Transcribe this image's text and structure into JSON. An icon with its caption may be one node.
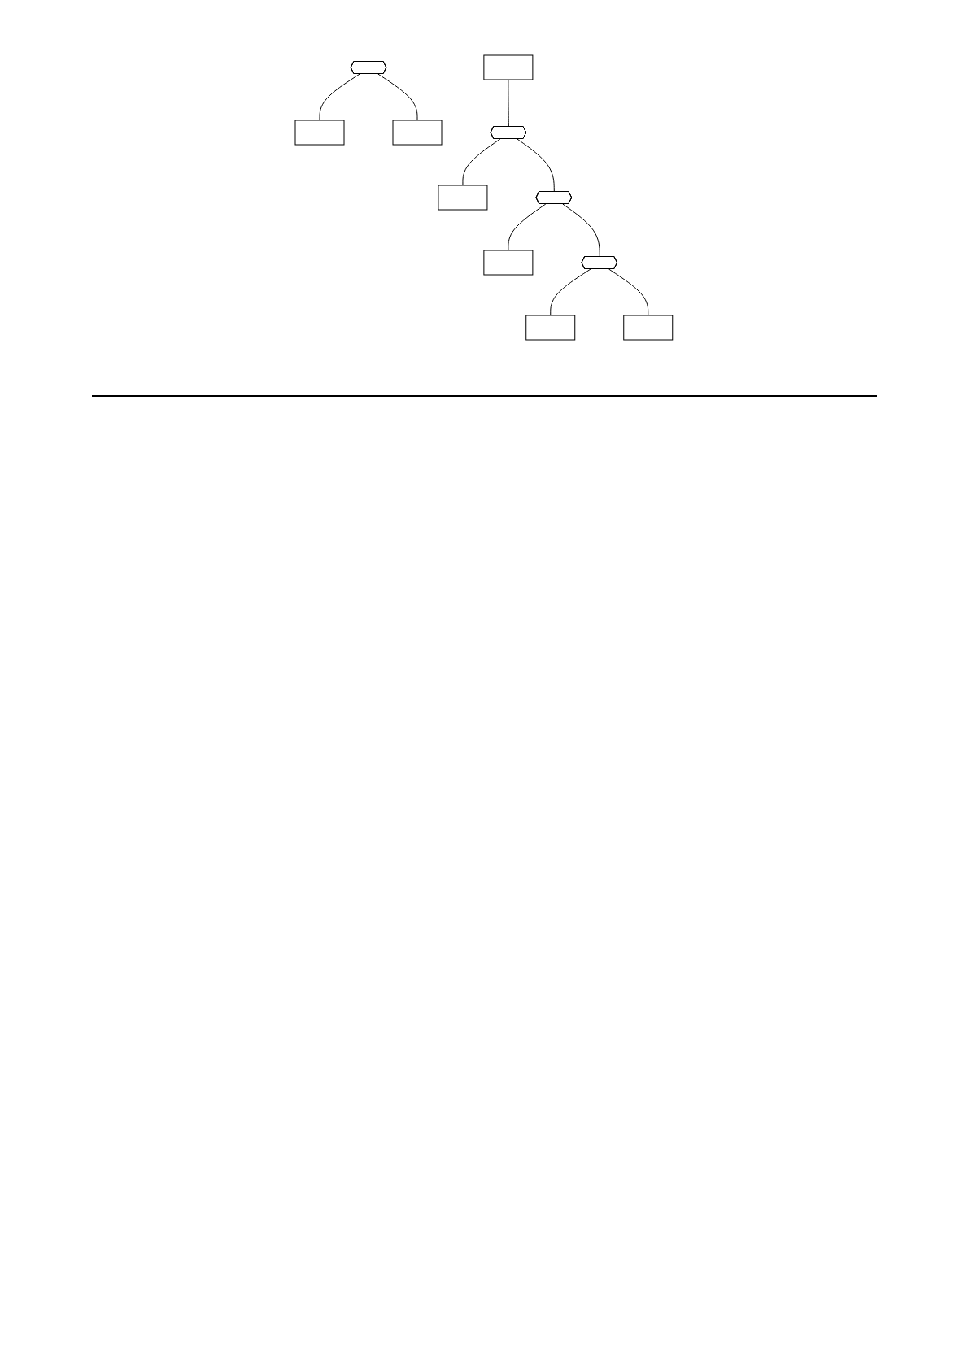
{
  "diagram": {
    "nodes": [
      {
        "text": [],
        "shape": "hexagon"
      },
      {
        "text": [],
        "shape": "box"
      },
      {
        "text": [],
        "shape": "box"
      },
      {
        "text": [],
        "shape": "box"
      },
      {
        "text": [],
        "shape": "hexagon"
      },
      {
        "text": [],
        "shape": "box"
      },
      {
        "text": [],
        "shape": "hexagon"
      },
      {
        "text": [],
        "shape": "box"
      },
      {
        "text": [],
        "shape": "hexagon"
      },
      {
        "text": [],
        "shape": "box"
      },
      {
        "text": [],
        "shape": "box"
      }
    ],
    "edges": [
      {
        "from": 0,
        "to": 1,
        "arrow": "none"
      },
      {
        "from": 0,
        "to": 2,
        "arrow": "none"
      },
      {
        "from": 3,
        "to": 4,
        "arrow": "none"
      },
      {
        "from": 4,
        "to": 5,
        "arrow": "none"
      },
      {
        "from": 4,
        "to": 6,
        "arrow": "none"
      },
      {
        "from": 6,
        "to": 7,
        "arrow": "none"
      },
      {
        "from": 6,
        "to": 8,
        "arrow": "none"
      },
      {
        "from": 8,
        "to": 9,
        "arrow": "none"
      },
      {
        "from": 8,
        "to": 10,
        "arrow": "none"
      }
    ]
  }
}
